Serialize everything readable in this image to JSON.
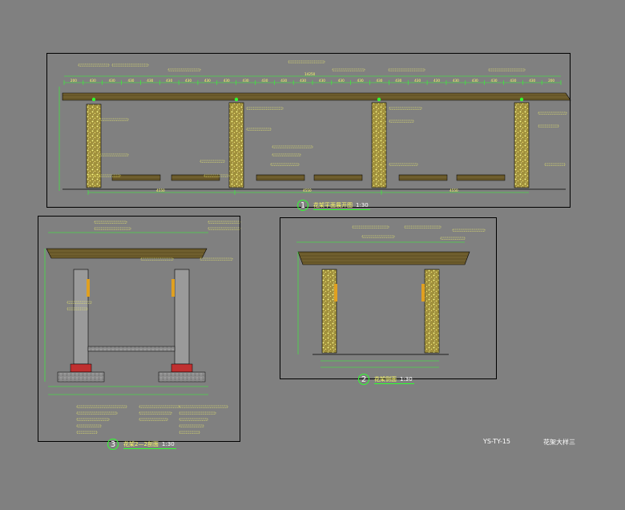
{
  "sheet": {
    "drawing_code": "YS-TY-15",
    "drawing_title": "花架大样三"
  },
  "views": [
    {
      "number": "1",
      "title": "花架平面展开图",
      "scale": "1:30"
    },
    {
      "number": "2",
      "title": "花架侧面",
      "scale": "1:30"
    },
    {
      "number": "3",
      "title": "花架2—2剖面",
      "scale": "1:30"
    }
  ],
  "elevation_dims": {
    "spacing_values": [
      "200",
      "430",
      "430",
      "430",
      "430",
      "430",
      "430",
      "430",
      "430",
      "430",
      "430",
      "430",
      "430",
      "430",
      "430",
      "430",
      "430",
      "430",
      "430",
      "430",
      "430",
      "430",
      "430",
      "430",
      "430",
      "200"
    ],
    "bottom_spans": [
      "4550",
      "4550",
      "4550"
    ],
    "overall": "14250"
  },
  "colors": {
    "background": "#808080",
    "frame": "#000000",
    "dimension": "#30ff30",
    "annotation": "#ffff66",
    "beam": "#6b5a2a",
    "column_fill": "#a08a40",
    "column_dots": "#ffff80"
  }
}
